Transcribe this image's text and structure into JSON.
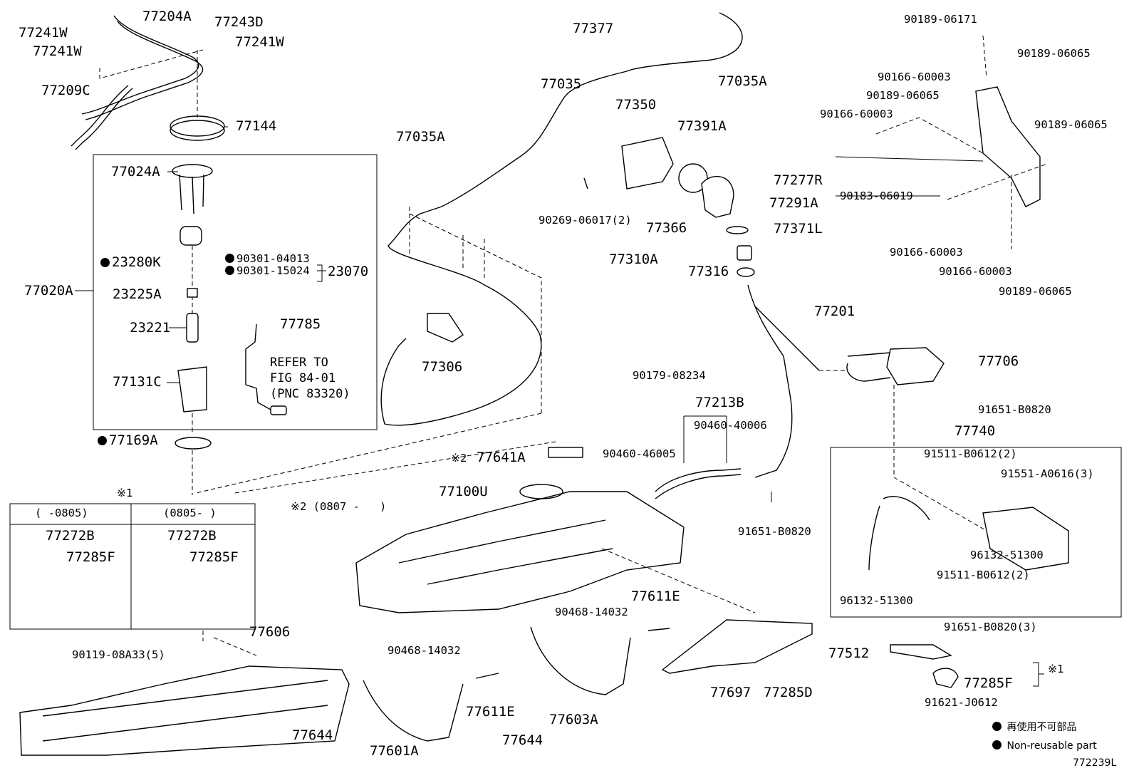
{
  "labels": {
    "p77241W_a": "77241W",
    "p77204A": "77204A",
    "p77243D": "77243D",
    "p77241W_b": "77241W",
    "p77241W_c": "77241W",
    "p77209C": "77209C",
    "p77144": "77144",
    "p77024A": "77024A",
    "p23280K": "23280K",
    "p90301_04013": "90301-04013",
    "p90301_15024": "90301-15024",
    "p23070": "23070",
    "p77020A": "77020A",
    "p23225A": "23225A",
    "p23221": "23221",
    "p77785": "77785",
    "refer1": "REFER TO",
    "refer2": "FIG 84-01",
    "refer3": "(PNC 83320)",
    "p77131C": "77131C",
    "p77169A": "77169A",
    "p77377": "77377",
    "p77035A_top": "77035A",
    "p77035": "77035",
    "p77350": "77350",
    "p77391A": "77391A",
    "p77035A_mid": "77035A",
    "p90269_06017": "90269-06017(2)",
    "p77366": "77366",
    "p77291A": "77291A",
    "p77371L": "77371L",
    "p77310A": "77310A",
    "p77316": "77316",
    "p77201": "77201",
    "p77306": "77306",
    "p90179_08234": "90179-08234",
    "p77213B": "77213B",
    "p90460_40006": "90460-40006",
    "p90460_46005": "90460-46005",
    "mark2a": "※2",
    "p77641A": "77641A",
    "p77100U": "77100U",
    "mark2b": "※2 (0807 -",
    "mark2b_close": ")",
    "p91651_B0820_a": "91651-B0820",
    "p90189_06171": "90189-06171",
    "p90189_06065_a": "90189-06065",
    "p90166_60003_a": "90166-60003",
    "p90189_06065_b": "90189-06065",
    "p90166_60003_b": "90166-60003",
    "p90189_06065_c": "90189-06065",
    "p77277R": "77277R",
    "p90183_06019": "90183-06019",
    "p90166_60003_c": "90166-60003",
    "p90166_60003_d": "90166-60003",
    "p90189_06065_d": "90189-06065",
    "p77706": "77706",
    "p91651_B0820_b": "91651-B0820",
    "p77740": "77740",
    "p91511_B0612_a": "91511-B0612(2)",
    "p91551_A0616": "91551-A0616(3)",
    "p96132_51300_a": "96132-51300",
    "p91511_B0612_b": "91511-B0612(2)",
    "p96132_51300_b": "96132-51300",
    "p91651_B0820_3": "91651-B0820(3)",
    "mark1_top": "※1",
    "col1": "(    -0805)",
    "col2": "(0805-    )",
    "p77272B_a": "77272B",
    "p77285F_a": "77285F",
    "p77272B_b": "77272B",
    "p77285F_b": "77285F",
    "p77606": "77606",
    "p90119_08A33": "90119-08A33(5)",
    "p90468_14032_a": "90468-14032",
    "p77611E_a": "77611E",
    "p90468_14032_b": "90468-14032",
    "p77611E_b": "77611E",
    "p77512": "77512",
    "p77697": "77697",
    "p77285D": "77285D",
    "p77644_a": "77644",
    "p77601A": "77601A",
    "p77644_b": "77644",
    "p77603A": "77603A",
    "p77285F_c": "77285F",
    "mark1_right": "※1",
    "p91621_J0612": "91621-J0612",
    "legend_jp": "再使用不可部品",
    "legend_en": "Non-reusable part",
    "fig_code": "772239L"
  }
}
